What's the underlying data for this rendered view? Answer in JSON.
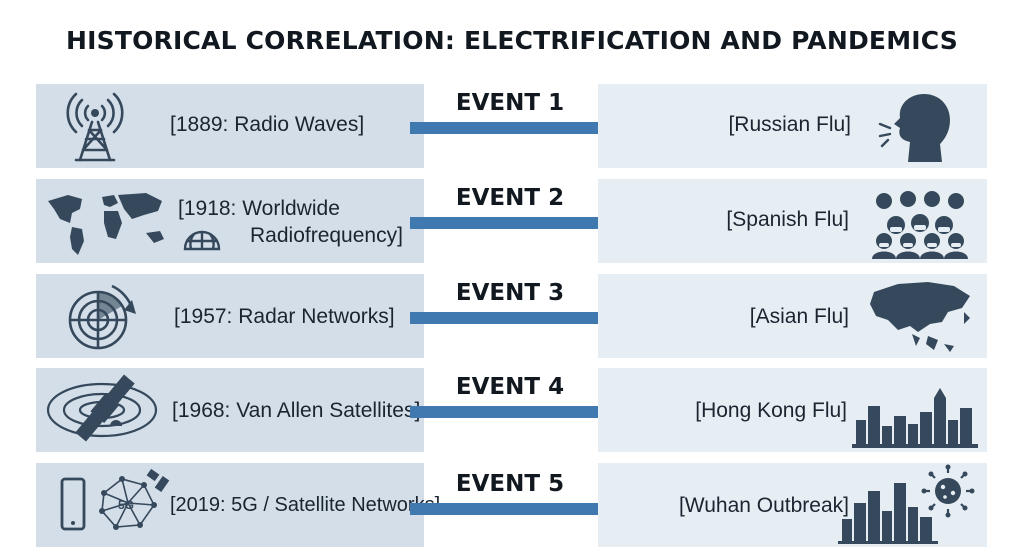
{
  "title": "HISTORICAL CORRELATION: ELECTRIFICATION AND PANDEMICS",
  "colors": {
    "left_box": "#d3dee8",
    "right_box": "#e6edf3",
    "arrow": "#3f79b0",
    "icon": "#36495c"
  },
  "rows": [
    {
      "event": "EVENT 1",
      "cause_line1": "[1889: Radio Waves]",
      "cause_line2": "",
      "effect": "[Russian Flu]",
      "cause_icon": "radio-tower-icon",
      "effect_icon": "coughing-head-icon"
    },
    {
      "event": "EVENT 2",
      "cause_line1": "[1918: Worldwide",
      "cause_line2": "Radiofrequency]",
      "effect": "[Spanish Flu]",
      "cause_icon": "world-map-icon",
      "effect_icon": "masked-crowd-icon"
    },
    {
      "event": "EVENT 3",
      "cause_line1": "[1957: Radar Networks]",
      "cause_line2": "",
      "effect": "[Asian Flu]",
      "cause_icon": "radar-icon",
      "effect_icon": "asia-map-icon"
    },
    {
      "event": "EVENT 4",
      "cause_line1": "[1968: Van Allen Satellites]",
      "cause_line2": "",
      "effect": "[Hong Kong Flu]",
      "cause_icon": "satellite-orbit-icon",
      "effect_icon": "skyline-icon"
    },
    {
      "event": "EVENT 5",
      "cause_line1": "[2019: 5G / Satellite Networks]",
      "cause_line2": "",
      "effect": "[Wuhan Outbreak]",
      "cause_icon": "phone-5g-network-icon",
      "effect_icon": "city-virus-icon"
    }
  ],
  "network_label": "5G"
}
